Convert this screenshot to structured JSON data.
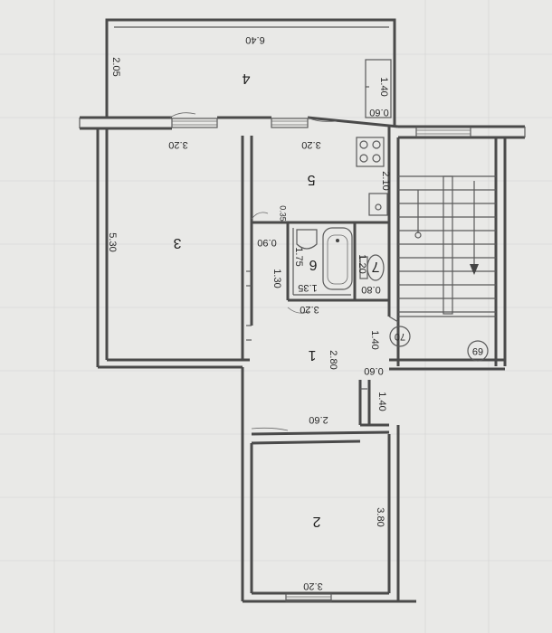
{
  "rooms": {
    "r1": "1",
    "r2": "2",
    "r3": "3",
    "r4": "4",
    "r5": "5",
    "r6": "6",
    "r7": "7"
  },
  "dimensions": {
    "d640": "6.40",
    "d205": "2.05",
    "d140a": "1.40",
    "d060a": "0.60",
    "d320a": "3.20",
    "d320b": "3.20",
    "d210": "2.10",
    "d530": "5.30",
    "d035": "0.35",
    "d090": "0.90",
    "d175": "1.75",
    "d130": "1.30",
    "d135": "1.35",
    "d120": "1.20",
    "d080": "0.80",
    "d320c": "3.20",
    "d140b": "1.40",
    "d280": "2.80",
    "d060b": "0.60",
    "d140c": "1.40",
    "d260": "2.60",
    "d380": "3.80",
    "d320d": "3.20"
  },
  "markers": {
    "m70": "70",
    "m69": "69"
  },
  "colors": {
    "paper": "#e9e9e7",
    "line": "#4a4a4a"
  }
}
